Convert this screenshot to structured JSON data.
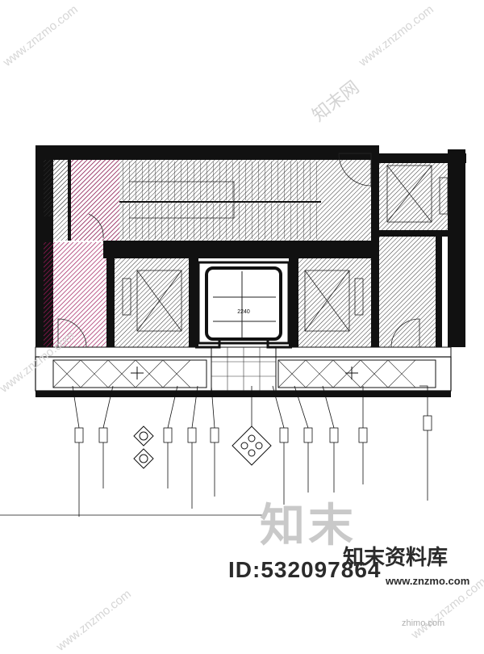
{
  "drawing": {
    "dimension_label": "2240",
    "legend_tag_count": 12
  },
  "watermark": {
    "big_text": "知末",
    "site_name": "知末资料库",
    "id_text": "ID:532097864",
    "url_text": "www.znzmo.com",
    "corner_text": "zhimo.com",
    "diagonal_text": "www.znzmo.com",
    "diagonal_cn": "知末网"
  }
}
